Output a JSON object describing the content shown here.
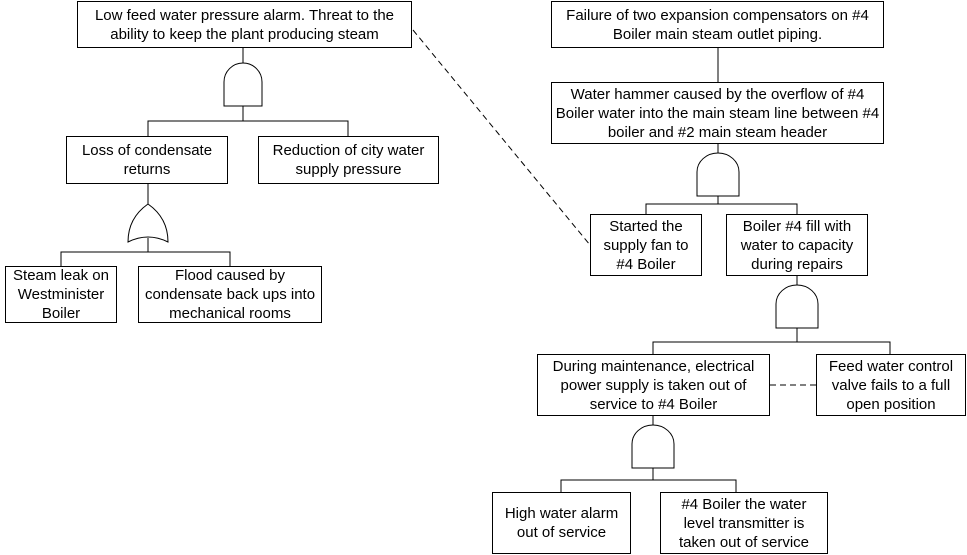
{
  "events": {
    "low_feed": "Low feed water pressure alarm. Threat to the ability to keep the plant producing steam",
    "condensate_loss": "Loss of condensate returns",
    "city_water": "Reduction of city water supply pressure",
    "steam_leak": "Steam leak on Westminister Boiler",
    "flood": "Flood caused by condensate back ups into mechanical rooms",
    "compensator_failure": "Failure of two expansion compensators on #4 Boiler main steam outlet piping.",
    "water_hammer": "Water hammer caused by the overflow of #4 Boiler water into the main steam line between #4 boiler and #2 main steam header",
    "supply_fan": "Started the supply fan to #4 Boiler",
    "boiler_fill": "Boiler #4 fill with water to capacity during repairs",
    "maintenance_power": "During maintenance, electrical power supply is taken out of service to #4 Boiler",
    "valve_fail": "Feed water control valve fails to a full open position",
    "high_alarm": "High water alarm out of service",
    "transmitter": "#4 Boiler the water level transmitter is taken out of service"
  }
}
